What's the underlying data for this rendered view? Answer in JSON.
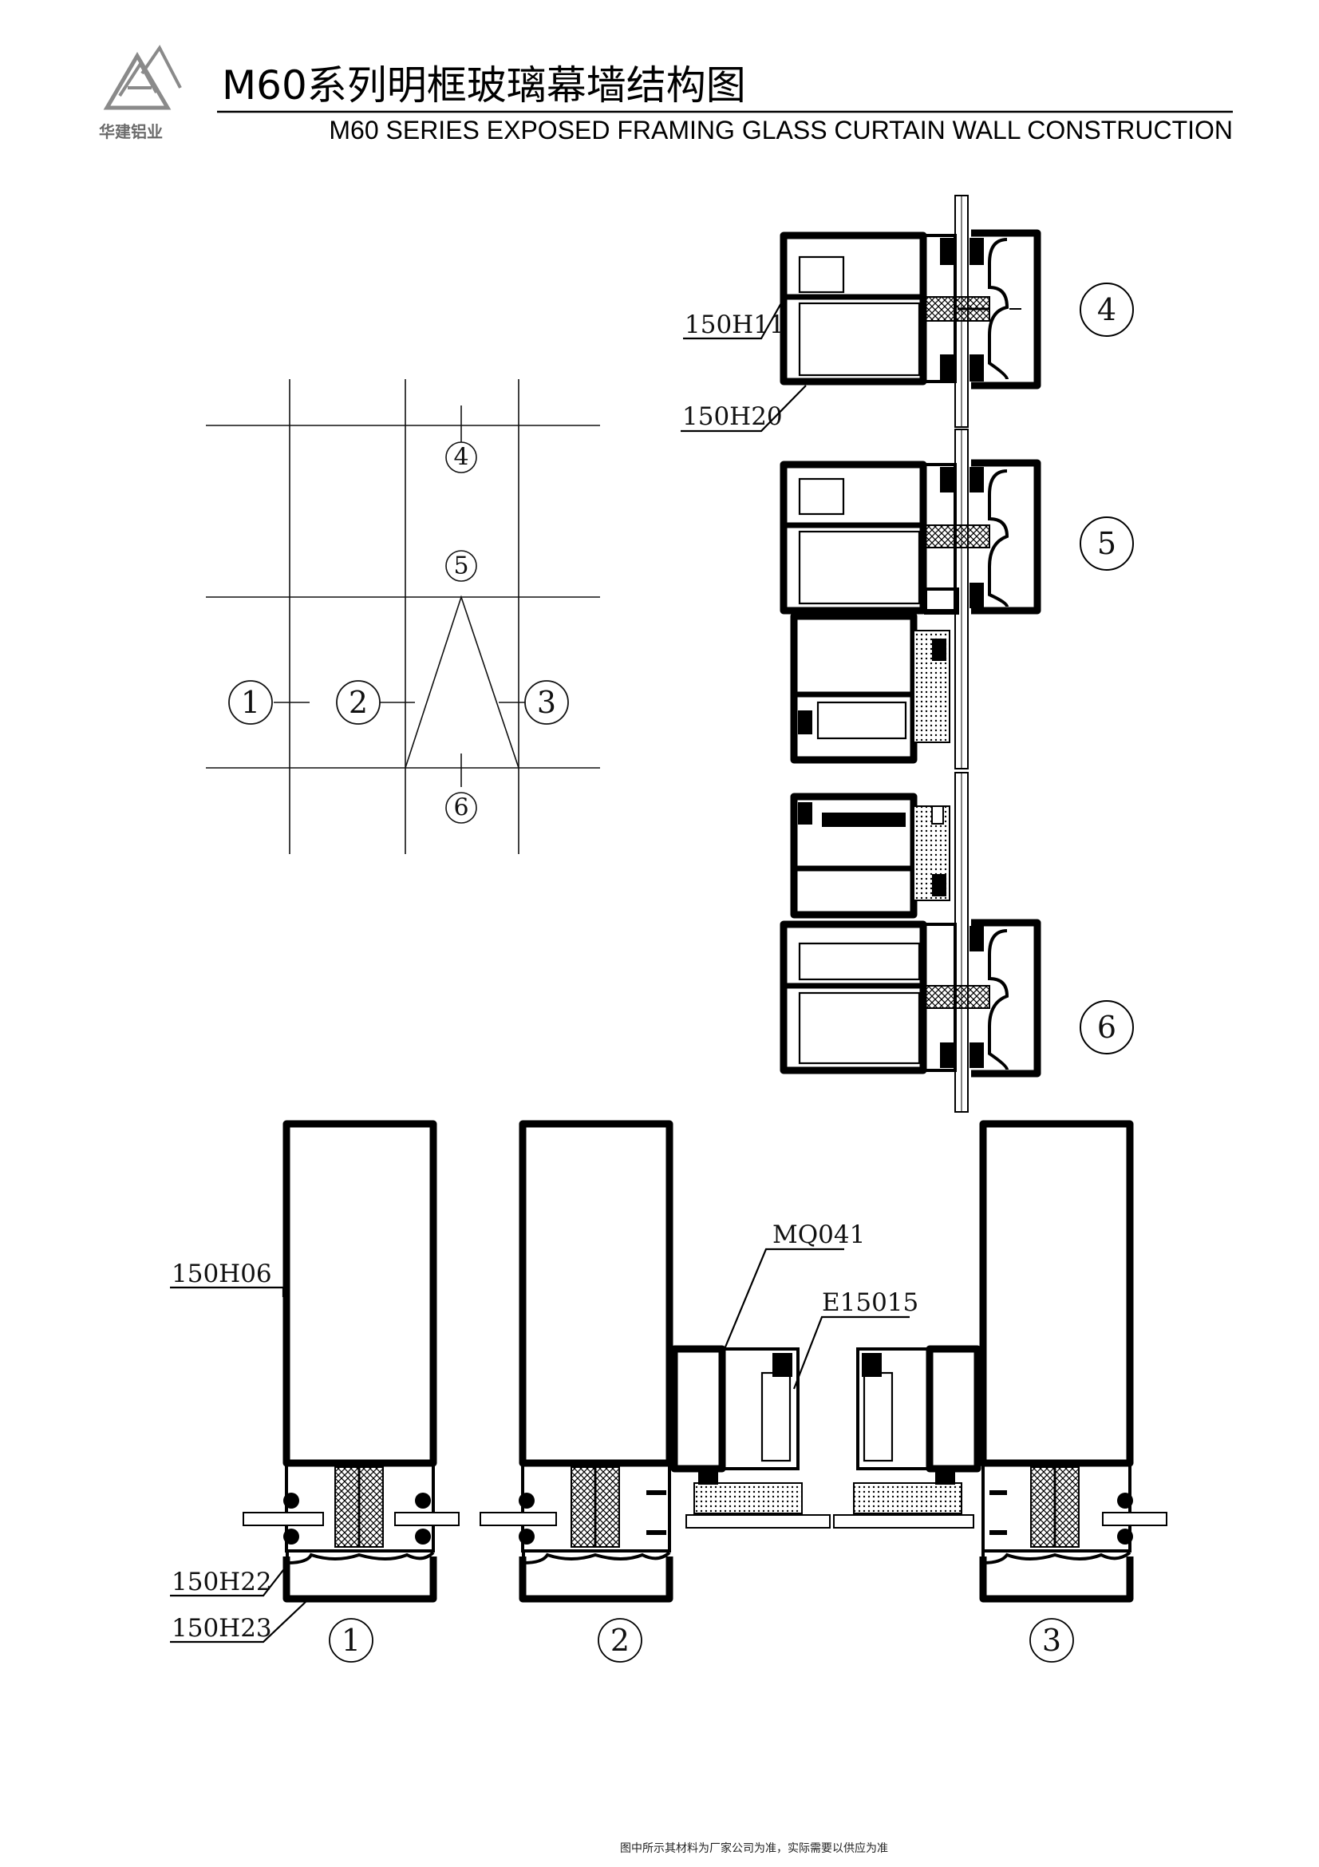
{
  "header": {
    "title_cn": "M60系列明框玻璃幕墙结构图",
    "title_en": "M60  SERIES EXPOSED FRAMING GLASS CURTAIN WALL CONSTRUCTION",
    "logo_text": "华建铝业"
  },
  "key_plan": {
    "markers": [
      "1",
      "2",
      "3",
      "4",
      "5",
      "6"
    ]
  },
  "section_labels": {
    "s4": "4",
    "s5": "5",
    "s6": "6",
    "s1": "1",
    "s2": "2",
    "s3": "3"
  },
  "parts": {
    "p150H11": "150H11",
    "p150H20": "150H20",
    "p150H06": "150H06",
    "p150H22": "150H22",
    "p150H23": "150H23",
    "pMQ041": "MQ041",
    "pE15015": "E15015"
  },
  "footer": {
    "note": "图中所示其材料为厂家公司为准，实际需要以供应为准"
  },
  "colors": {
    "line": "#000000",
    "logo": "#6b6b6b"
  }
}
